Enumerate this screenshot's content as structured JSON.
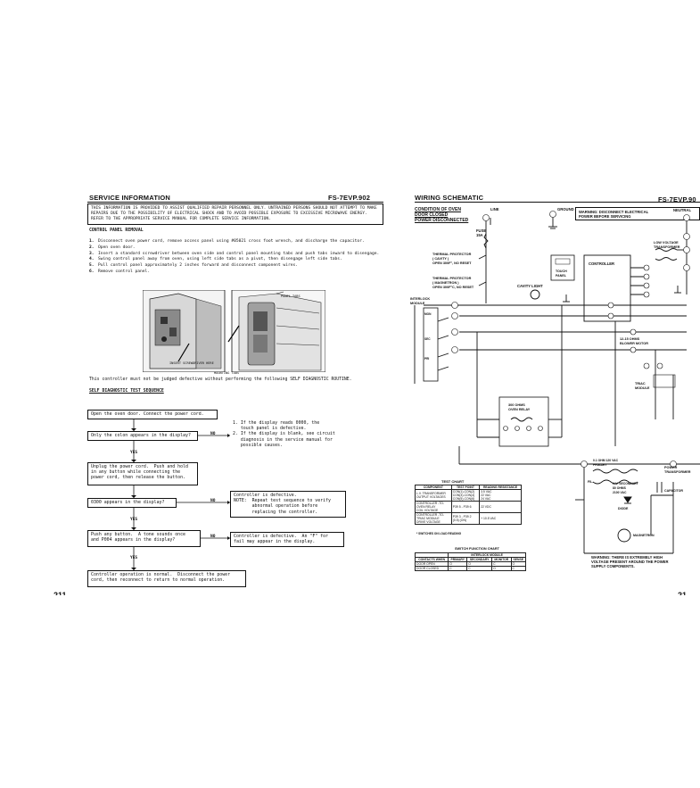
{
  "left": {
    "header": {
      "title": "SERVICE INFORMATION",
      "model": "FS-7EVP.902"
    },
    "warning": "THIS INFORMATION IS PROVIDED TO ASSIST QUALIFIED REPAIR PERSONNEL ONLY. UNTRAINED PERSONS SHOULD NOT ATTEMPT TO MAKE REPAIRS DUE TO THE POSSIBILITY OF ELECTRICAL SHOCK AND TO AVOID POSSIBLE EXPOSURE TO EXCESSIVE MICROWAVE ENERGY. REFER TO THE APPROPRIATE SERVICE MANUAL FOR COMPLETE SERVICE INFORMATION.",
    "removal_title": "CONTROL PANEL REMOVAL",
    "steps": [
      {
        "n": "1.",
        "text": "Disconnect oven power cord, remove access panel using #05021 cross foot wrench, and discharge the capacitor."
      },
      {
        "n": "2.",
        "text": "Open oven door."
      },
      {
        "n": "3.",
        "text": "Insert a standard screwdriver between oven side and control panel mounting tabs and push tabs inward to disengage."
      },
      {
        "n": "4.",
        "text": "Swing control panel away from oven, using left side tabs as a pivot, then disengage left side tabs."
      },
      {
        "n": "5.",
        "text": "Pull control panel approximately 2 inches forward and disconnect component wires."
      },
      {
        "n": "6.",
        "text": "Remove control panel."
      }
    ],
    "photo_labels": {
      "tabs": "PANEL TABS",
      "insert": "INSERT SCREWDRIVER HERE",
      "mounting": "MOUNTING TABS"
    },
    "note": "This controller must not be judged defective without performing the following SELF DIAGNOSTIC ROUTINE.",
    "seq_title": "SELF DIAGNOSTIC TEST SEQUENCE",
    "flow": {
      "b1": "Open the oven door.  Connect the power cord.",
      "b2": "Only the colon appears in the display?",
      "b3": "Unplug the power cord.  Push and hold\nin any button while connecting the\npower cord, then release the button.",
      "b4": "0300 appears in the display?",
      "b5": "Push any button.  A tone sounds once\nand P004 appears in the display?",
      "b6": "Controller operation is normal.  Disconnect the power\ncord, then reconnect to return to normal operation.",
      "r1": "1. If the display reads 0000, the\n   touch panel is defective.\n2. If the display is blank, see circuit\n   diagnosis in the service manual for\n   possible causes.",
      "r2": "Controller is defective.\nNOTE:  Repeat test sequence to verify\n       abnormal operation before\n       replacing the controller.",
      "r3": "Controller is defective.  An \"F\" for\nfail may appear in the display.",
      "yes": "YES",
      "no": "NO"
    },
    "page_number": "211"
  },
  "right": {
    "header": {
      "title": "WIRING SCHEMATIC",
      "model": "FS-7EVP.90"
    },
    "condition": "CONDITION OF OVEN\nDOOR CLOSED\nPOWER DISCONNECTED",
    "warning_top": "WARNING: DISCONNECT ELECTRICAL\nPOWER BEFORE SERVICING",
    "warning_bottom": "WARNING: THERE IS EXTREMELY HIGH\nVOLTAGE PRESENT AROUND THE POWER\nSUPPLY COMPONENTS.",
    "labels": {
      "line": "LINE",
      "ground": "GROUND",
      "neutral": "NEUTRAL",
      "fuse": "FUSE\n15A",
      "thermal_cavity": "THERMAL PROTECTOR\n( CAVITY )\nOPEN 300F°, NO RESET",
      "thermal_mag": "THERMAL PROTECTOR\n( MAGNETRON )\nOPEN 300F°C, NO RESET",
      "interlock": "INTERLOCK\nMODULE",
      "cavity_light": "CAVITY LIGHT",
      "touch_panel": "TOUCH\nPANEL",
      "controller": "CONTROLLER",
      "low_voltage": "LOW VOLTAGE\nTRANSFORMER",
      "blower": "12-15 OHMS\nBLOWER MOTOR",
      "triac": "TRIAC\nMODULE",
      "oven_relay": "300 OHMS\nOVEN RELAY",
      "power_transformer": "POWER\nTRANSFORMER",
      "primary": "0.1 OHM 120 VAC\nPRIMARY",
      "fil": "FIL.",
      "hv_secondary": "H.V. SECONDARY\n80 OHMS\n2100 VAC",
      "diode": "DIODE",
      "capacitor": "CAPACITOR",
      "magnetron": "MAGNETRON",
      "mon": "MON",
      "sec": "SEC",
      "pri": "PRI"
    },
    "test_chart": {
      "title": "TEST CHART",
      "headers": [
        "COMPONENT",
        "TEST POINT",
        "READING RESISTANCE"
      ],
      "rows": [
        [
          "L.V. TRANSFORMER\nOUTPUT VOLTAGES",
          "CON(1)-CON(2)\nCON(3)-CON(4)\nCON(5)-CON(6)",
          "3.5 VAC\n22 VAC\n24 VAC"
        ],
        [
          "CONTROLLER -TO-\nOVEN RELAY\nCOIL VOLTAGE",
          "P39 5 - P39 6",
          "22 VDC"
        ],
        [
          "CONTROLLER -TO-\nTRIAC MODULE\nDRIVE VOLTAGE",
          "P39 3 - P39 2\n(0.5) (ON)",
          "+ 10.5 VAC"
        ]
      ],
      "footnote": "* SWITCHES ON LOAD READING"
    },
    "switch_chart": {
      "title": "SWITCH FUNCTION CHART",
      "col_group": "INTERLOCK MODULE",
      "headers": [
        "CONTACTS WHEN",
        "PRIMARY",
        "SECONDARY",
        "MONITOR",
        "SENSE"
      ],
      "rows": [
        [
          "DOOR OPEN",
          "O",
          "O",
          "C",
          "O"
        ],
        [
          "DOOR CLOSED",
          "C",
          "C",
          "O",
          "C"
        ]
      ]
    },
    "page_number": "21"
  }
}
